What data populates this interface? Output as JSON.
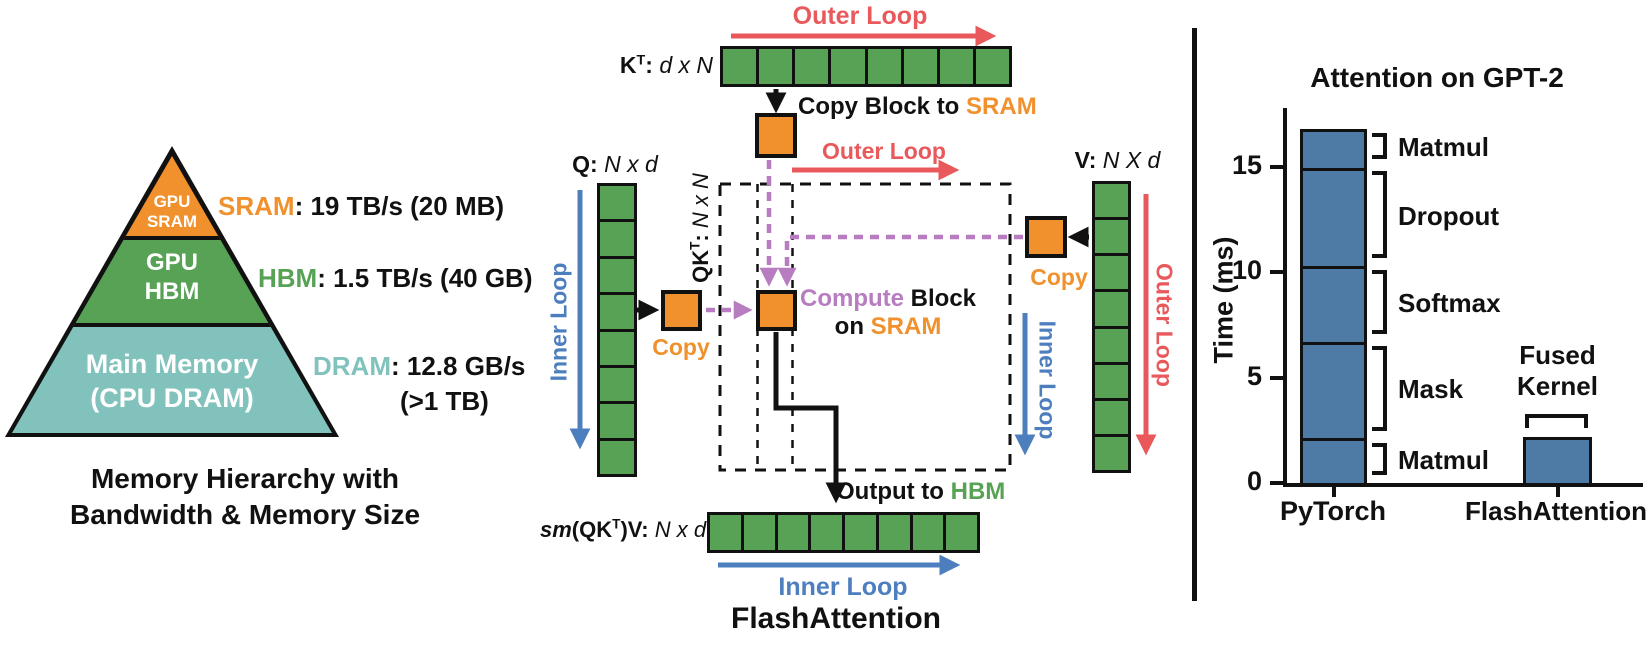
{
  "colors": {
    "orange": "#F0912D",
    "green": "#57A254",
    "teal": "#82C2BD",
    "red": "#E9595C",
    "blue": "#4D7EBE",
    "purple": "#B77DC0",
    "bar_blue": "#4E7BA6",
    "ink": "#111111"
  },
  "left_panel": {
    "pyramid": {
      "sram_line1": "GPU",
      "sram_line2": "SRAM",
      "hbm_line1": "GPU",
      "hbm_line2": "HBM",
      "dram_line1": "Main Memory",
      "dram_line2": "(CPU DRAM)"
    },
    "annotations": {
      "sram_term": "SRAM",
      "sram_rest": ": 19 TB/s (20 MB)",
      "hbm_term": "HBM",
      "hbm_rest": ": 1.5 TB/s (40 GB)",
      "dram_term": "DRAM",
      "dram_rest": ": 12.8 GB/s",
      "dram_rest2": "(>1 TB)"
    },
    "caption_line1": "Memory Hierarchy with",
    "caption_line2": "Bandwidth & Memory Size"
  },
  "diagram": {
    "caption": "FlashAttention",
    "loops": {
      "outer_top": "Outer Loop",
      "outer_mid": "Outer Loop",
      "outer_right": "Outer Loop",
      "inner_left": "Inner Loop",
      "inner_right": "Inner Loop",
      "inner_bottom": "Inner Loop"
    },
    "kt": {
      "base": "K",
      "sup": "T",
      "colon": ":",
      "dims": "d x N"
    },
    "q": {
      "base": "Q:",
      "dims": "N x d"
    },
    "v": {
      "base": "V:",
      "dims": "N X d"
    },
    "qkt": {
      "base": "QK",
      "sup": "T",
      "colon": ":",
      "dims": "N x N"
    },
    "out": {
      "sm": "sm",
      "base": "(QK",
      "sup": "T",
      "post": ")V:",
      "dims": "N x d"
    },
    "cells": {
      "kt": 8,
      "q": 8,
      "v": 8,
      "out": 8
    },
    "copy_to_sram": {
      "prefix": "Copy Block to ",
      "highlight": "SRAM"
    },
    "compute": {
      "highlight": "Compute",
      "rest": " Block",
      "line2_prefix": "on ",
      "line2_highlight": "SRAM"
    },
    "copy_q": "Copy",
    "copy_v": "Copy",
    "output": {
      "prefix": "Output to ",
      "highlight": "HBM"
    }
  },
  "chart_data": {
    "type": "bar",
    "title": "Attention on GPT-2",
    "ylabel": "Time (ms)",
    "categories": [
      "PyTorch",
      "FlashAttention"
    ],
    "yticks": [
      0,
      5,
      10,
      15
    ],
    "ylim": [
      0,
      17.5
    ],
    "stacked": true,
    "bar_color": "#4E7BA6",
    "bars": [
      {
        "category": "PyTorch",
        "segments": [
          {
            "label": "Matmul",
            "value": 2.1
          },
          {
            "label": "Mask",
            "value": 4.6
          },
          {
            "label": "Softmax",
            "value": 3.6
          },
          {
            "label": "Dropout",
            "value": 4.7
          },
          {
            "label": "Matmul",
            "value": 1.8
          }
        ]
      },
      {
        "category": "FlashAttention",
        "segments": [
          {
            "label": "Fused Kernel",
            "value": 2.2
          }
        ]
      }
    ]
  }
}
